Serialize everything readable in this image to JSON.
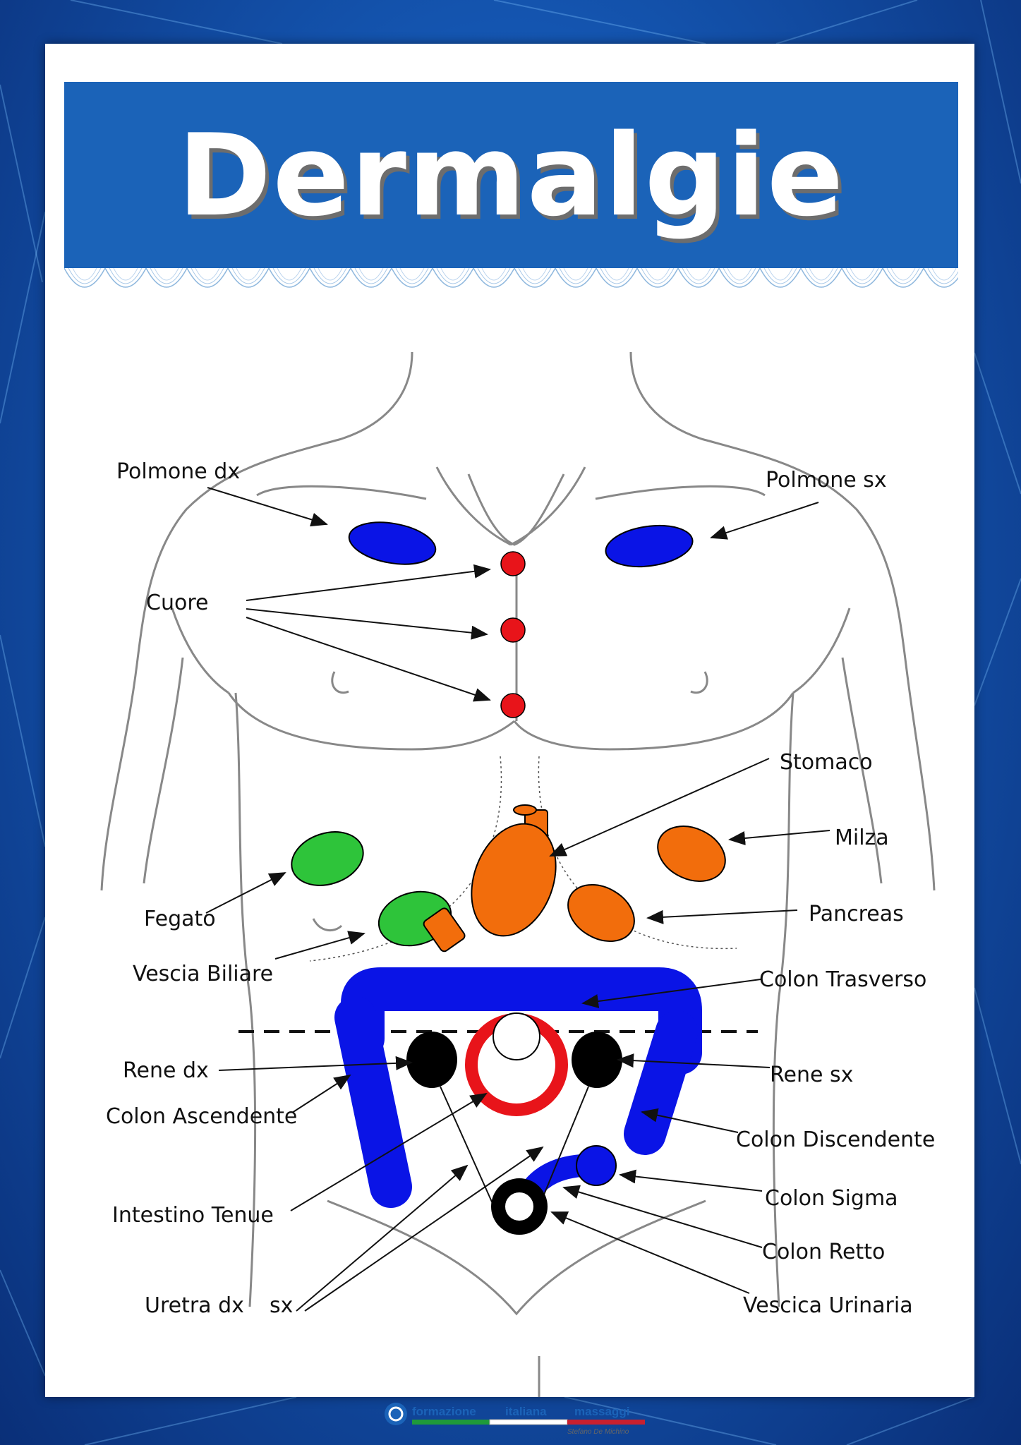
{
  "title": "Dermalgie",
  "labels": {
    "polmone_dx": "Polmone dx",
    "polmone_sx": "Polmone sx",
    "cuore": "Cuore",
    "stomaco": "Stomaco",
    "milza": "Milza",
    "fegato": "Fegato",
    "pancreas": "Pancreas",
    "vescia_biliare": "Vescia Biliare",
    "colon_trasverso": "Colon Trasverso",
    "rene_dx": "Rene dx",
    "rene_sx": "Rene sx",
    "colon_ascendente": "Colon Ascendente",
    "colon_discendente": "Colon Discendente",
    "intestino_tenue": "Intestino Tenue",
    "colon_sigma": "Colon Sigma",
    "colon_retto": "Colon Retto",
    "uretra": "Uretra dx",
    "uretra_sx": "sx",
    "vescica_urinaria": "Vescica Urinaria"
  },
  "footer": {
    "word1": "formazione",
    "word2": "italiana",
    "word3": "massaggi",
    "author": "Stefano De Michino"
  },
  "colors": {
    "background": "#1455b0",
    "banner": "#1b63b8",
    "lung": "#0a14e6",
    "heart": "#e8141a",
    "green_organ": "#2ec43a",
    "orange_organ": "#f26d0c",
    "colon": "#0a14e6",
    "kidney": "#000000",
    "small_intestine": "#e8141a"
  }
}
